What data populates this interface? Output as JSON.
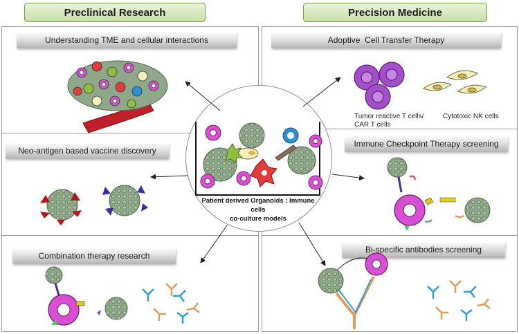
{
  "headers": {
    "left": "Preclinical Research",
    "right": "Precision Medicine"
  },
  "panels": {
    "tme": "Understanding TME and cellular interactions",
    "neoantigen": "Neo-antigen based vaccine discovery",
    "combination": "Combination therapy research",
    "adoptive": "Adoptive  Cell Transfer Therapy",
    "checkpoint": "Immune Checkpoint Therapy screening",
    "bispecific": "Bi-specific antibodies screening"
  },
  "adoptive_labels": {
    "tcell_line1": "Tumor reactive T cells/",
    "tcell_line2": "CAR T cells",
    "nk": "Cytotoxic NK cells"
  },
  "center": {
    "line1": "Patient derived Organoids : Immune cells",
    "line2": "co-culture models"
  },
  "colors": {
    "header_fill": "#c9e0a7",
    "header_border": "#6f9e3a",
    "organoid": "#8fa88a",
    "t_cell": "#d84fd3",
    "tcell_purple": "#a34fc9",
    "nk_cell": "#f3eec0",
    "macrophage": "#e03c3c",
    "dendritic": "#8fbf3f",
    "b_cell": "#2a8fd4",
    "blood_vessel": "#c0202a",
    "antigen_red": "#b0181b",
    "antigen_blue": "#3b2f9e",
    "antibody_blue": "#2f9fd6",
    "antibody_orange": "#e09c5a"
  }
}
